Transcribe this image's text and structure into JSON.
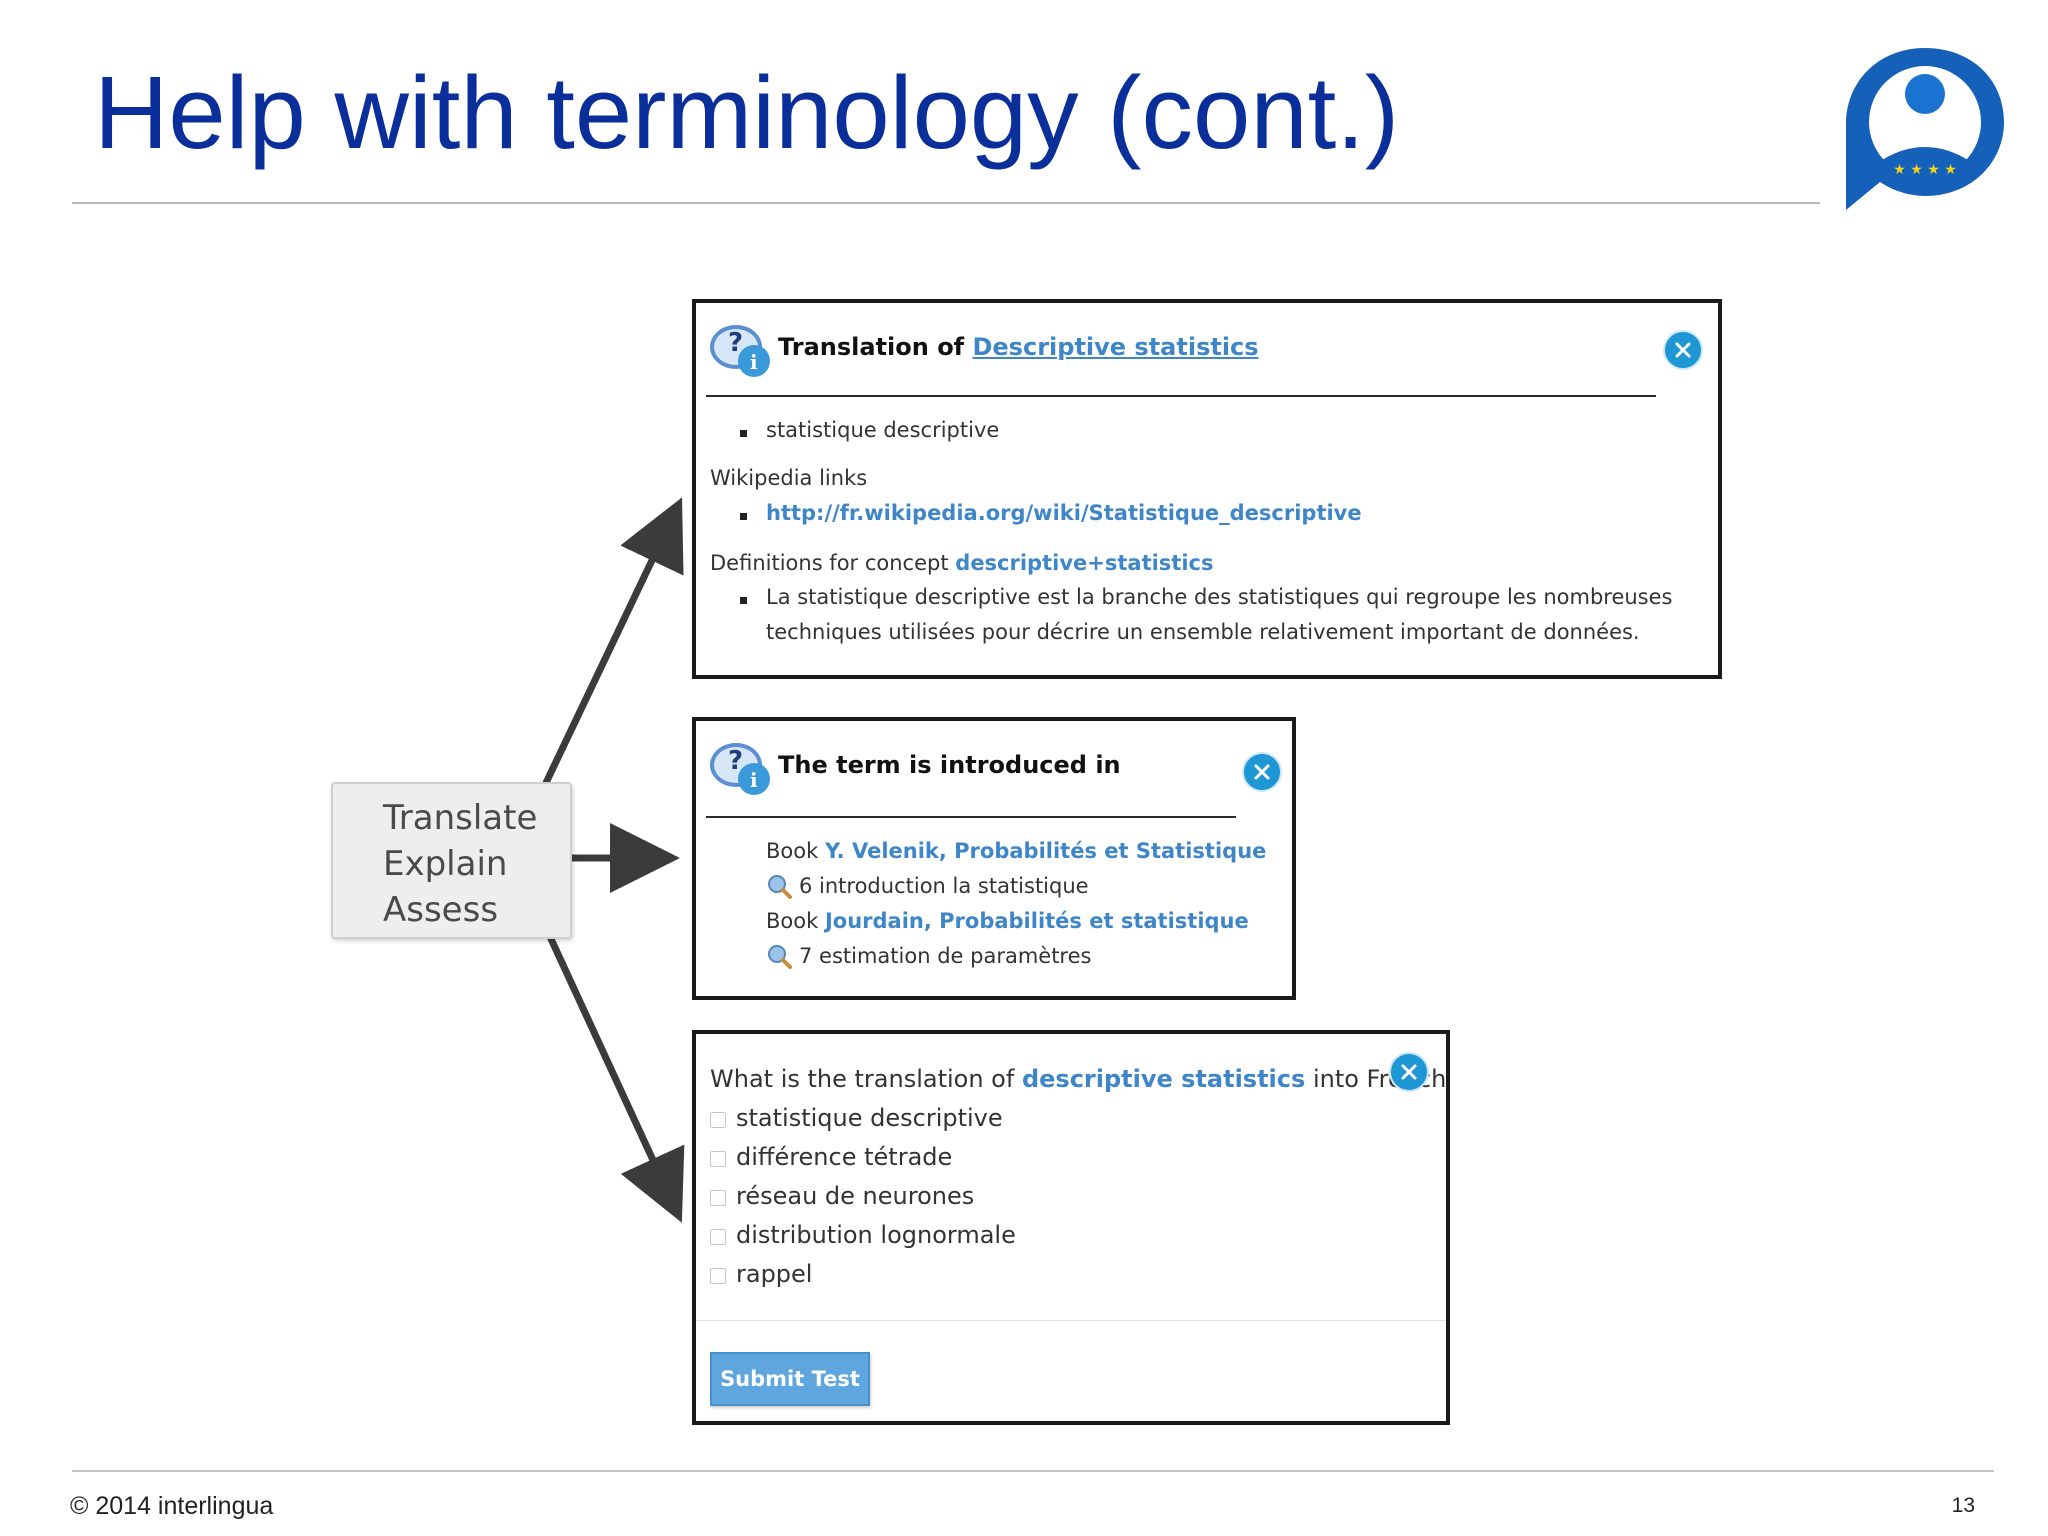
{
  "slide": {
    "title": "Help with terminology (cont.)",
    "footer_copyright": "© 2014 interlingua",
    "page_number": "13"
  },
  "menu": {
    "items": [
      "Translate",
      "Explain",
      "Assess"
    ]
  },
  "translate_panel": {
    "title_prefix": "Translation of",
    "title_term": "Descriptive statistics",
    "translation": "statistique descriptive",
    "wiki_heading": "Wikipedia links",
    "wiki_link": "http://fr.wikipedia.org/wiki/Statistique_descriptive",
    "definitions_label": "Definitions for concept",
    "definitions_concept": "descriptive+statistics",
    "definition_line1": "La statistique descriptive est la branche des statistiques qui regroupe les nombreuses",
    "definition_line2": "techniques utilisées pour décrire un ensemble relativement important de données."
  },
  "explain_panel": {
    "title": "The term is introduced in",
    "entries": [
      {
        "prefix": "Book",
        "book": "Y. Velenik, Probabilités et Statistique",
        "chapter": "6 introduction la statistique"
      },
      {
        "prefix": "Book",
        "book": "Jourdain, Probabilités et statistique",
        "chapter": "7 estimation de paramètres"
      }
    ]
  },
  "assess_panel": {
    "question_prefix": "What is the translation of",
    "question_term": "descriptive statistics",
    "question_suffix": "into French",
    "options": [
      "statistique descriptive",
      "différence tétrade",
      "réseau de neurones",
      "distribution lognormale",
      "rappel"
    ],
    "submit_label": "Submit Test"
  },
  "colors": {
    "title_blue": "#0b2f9a",
    "link_blue": "#3f86c8",
    "close_blue": "#1f97d4",
    "submit_blue": "#5fa6df"
  },
  "icons": {
    "logo": "interlingua-logo",
    "help": "help-info-icon",
    "close": "close-icon",
    "search": "magnifier-icon"
  }
}
